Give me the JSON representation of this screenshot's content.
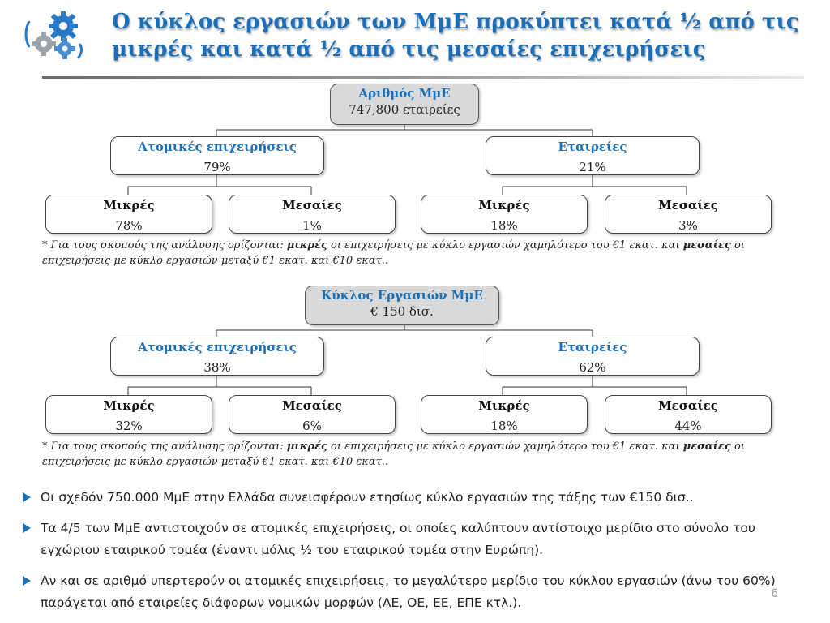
{
  "title": "Ο κύκλος εργασιών των ΜμΕ προκύπτει κατά ½ από τις μικρές και κατά ½ από τις μεσαίες επιχειρήσεις",
  "tree1": {
    "root": {
      "label": "Αριθμός ΜμΕ",
      "value": "747,800 εταιρείες"
    },
    "left": {
      "label": "Ατομικές επιχειρήσεις",
      "value": "79%",
      "children": [
        {
          "label": "Μικρές",
          "value": "78%"
        },
        {
          "label": "Μεσαίες",
          "value": "1%"
        }
      ]
    },
    "right": {
      "label": "Εταιρείες",
      "value": "21%",
      "children": [
        {
          "label": "Μικρές",
          "value": "18%"
        },
        {
          "label": "Μεσαίες",
          "value": "3%"
        }
      ]
    }
  },
  "note1": {
    "part1": "* Για τους σκοπούς της ανάλυσης ορίζονται: ",
    "bold1": "μικρές",
    "part2": " οι επιχειρήσεις με κύκλο εργασιών χαμηλότερο του €1 εκατ. και ",
    "bold2": "μεσαίες",
    "part3": " οι επιχειρήσεις με κύκλο εργασιών μεταξύ €1 εκατ. και €10 εκατ.."
  },
  "tree2": {
    "root": {
      "label": "Κύκλος Εργασιών ΜμΕ",
      "value": "€ 150 δισ."
    },
    "left": {
      "label": "Ατομικές επιχειρήσεις",
      "value": "38%",
      "children": [
        {
          "label": "Μικρές",
          "value": "32%"
        },
        {
          "label": "Μεσαίες",
          "value": "6%"
        }
      ]
    },
    "right": {
      "label": "Εταιρείες",
      "value": "62%",
      "children": [
        {
          "label": "Μικρές",
          "value": "18%"
        },
        {
          "label": "Μεσαίες",
          "value": "44%"
        }
      ]
    }
  },
  "note2": {
    "part1": "* Για τους σκοπούς της ανάλυσης ορίζονται: ",
    "bold1": "μικρές",
    "part2": " οι επιχειρήσεις με κύκλο εργασιών χαμηλότερο του €1 εκατ. και ",
    "bold2": "μεσαίες",
    "part3": " οι επιχειρήσεις με κύκλο εργασιών μεταξύ €1 εκατ. και €10 εκατ.."
  },
  "bullets": [
    "Οι σχεδόν 750.000 ΜμΕ στην Ελλάδα συνεισφέρουν ετησίως κύκλο εργασιών της τάξης των €150 δισ..",
    "Τα 4/5 των ΜμΕ αντιστοιχούν σε ατομικές επιχειρήσεις, οι οποίες καλύπτουν αντίστοιχο μερίδιο στο σύνολο του εγχώριου εταιρικού τομέα (έναντι μόλις ½ του εταιρικού τομέα στην Ευρώπη).",
    "Αν και σε αριθμό υπερτερούν οι ατομικές επιχειρήσεις, το μεγαλύτερο μερίδιο του κύκλου εργασιών (άνω του 60%) παράγεται από εταιρείες διάφορων νομικών μορφών (ΑΕ, ΟΕ, ΕΕ, ΕΠΕ κτλ.)."
  ],
  "page_number": "6",
  "colors": {
    "accent": "#1a6fb8",
    "root_fill": "#d9d9d9",
    "logo_blue": "#2a78c8",
    "logo_gray": "#9aa4ad"
  }
}
